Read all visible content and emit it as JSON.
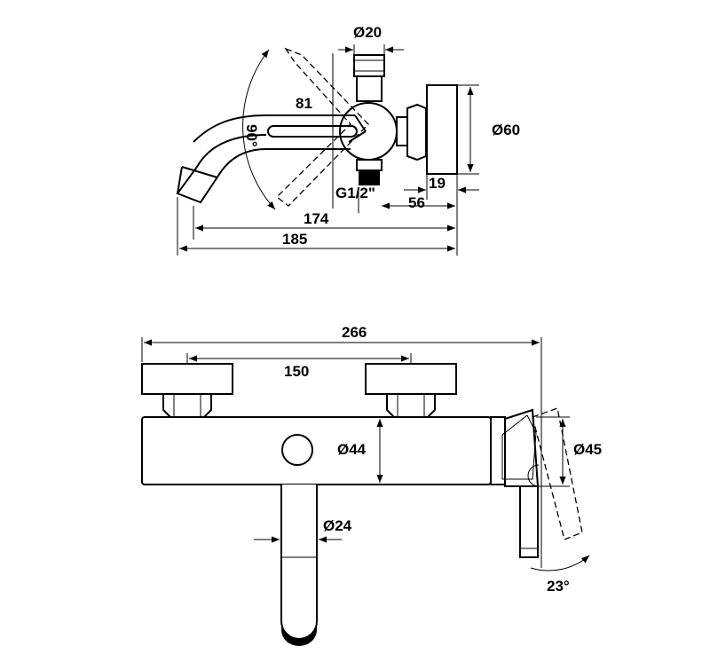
{
  "top_view": {
    "dim_diameter_20": "Ø20",
    "dim_81": "81",
    "dim_angle_90": "90°",
    "dim_diameter_60": "Ø60",
    "dim_thread": "G1/2\"",
    "dim_19": "19",
    "dim_56": "56",
    "dim_174": "174",
    "dim_185": "185"
  },
  "front_view": {
    "dim_266": "266",
    "dim_150": "150",
    "dim_diameter_44": "Ø44",
    "dim_diameter_45": "Ø45",
    "dim_diameter_24": "Ø24",
    "dim_angle_23": "23°"
  },
  "colors": {
    "line": "#000000",
    "background": "#ffffff"
  }
}
